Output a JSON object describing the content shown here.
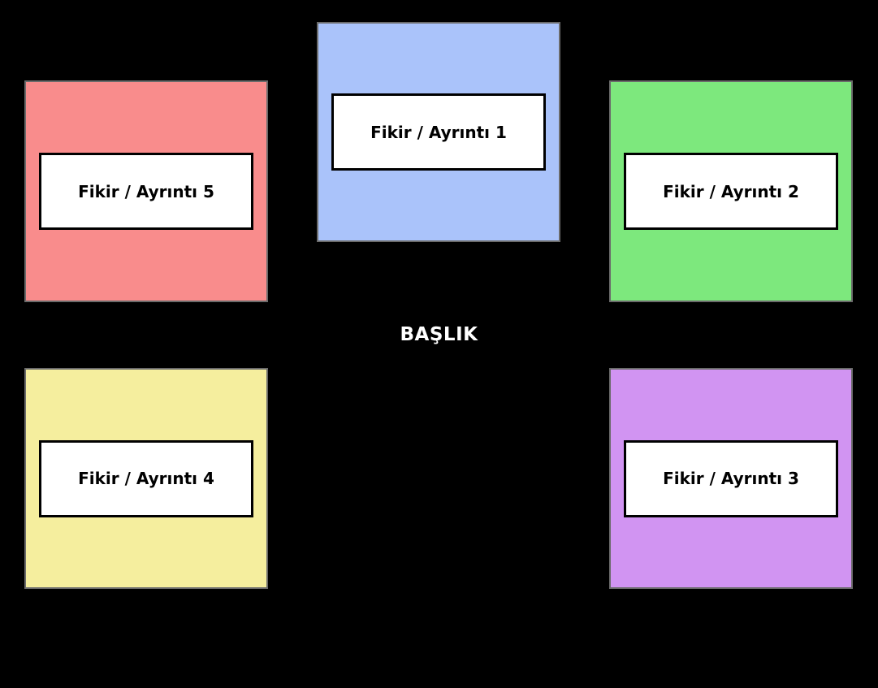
{
  "title": "BAŞLIK",
  "colors": {
    "background": "#000000",
    "cell_border": "#6b6b6b",
    "label_background": "#ffffff",
    "label_border": "#000000",
    "label_text": "#000000",
    "title_text": "#ffffff"
  },
  "cells": [
    {
      "id": "idea-1",
      "position": "top-center",
      "fill": "#aac3fa",
      "label": "Fikir / Ayrıntı 1"
    },
    {
      "id": "idea-2",
      "position": "top-right",
      "fill": "#7de87d",
      "label": "Fikir / Ayrıntı 2"
    },
    {
      "id": "idea-3",
      "position": "bottom-right",
      "fill": "#d194f2",
      "label": "Fikir / Ayrıntı 3"
    },
    {
      "id": "idea-4",
      "position": "bottom-left",
      "fill": "#f5ee9e",
      "label": "Fikir / Ayrıntı 4"
    },
    {
      "id": "idea-5",
      "position": "top-left",
      "fill": "#f98c8c",
      "label": "Fikir / Ayrıntı 5"
    }
  ]
}
